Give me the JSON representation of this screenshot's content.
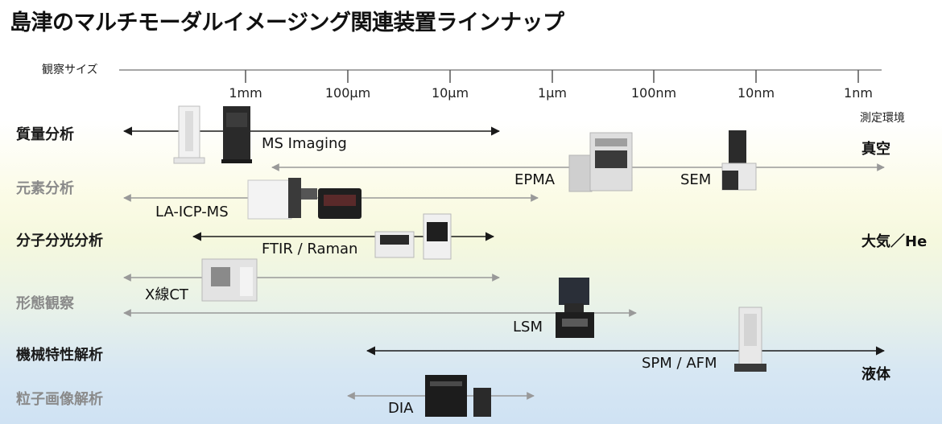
{
  "title": "島津のマルチモーダルイメージング関連装置ラインナップ",
  "scale": {
    "label": "観察サイズ",
    "ticks": [
      "1mm",
      "100μm",
      "10μm",
      "1μm",
      "100nm",
      "10nm",
      "1nm"
    ]
  },
  "environment": {
    "header": "測定環境",
    "vacuum": "真空",
    "atmosphere": "大気／He",
    "liquid": "液体"
  },
  "categories": {
    "mass": "質量分析",
    "element": "元素分析",
    "molecular": "分子分光分析",
    "morphology": "形態観察",
    "mechanical": "機械特性解析",
    "particle": "粒子画像解析"
  },
  "instruments": {
    "ms_imaging": "MS Imaging",
    "epma": "EPMA",
    "sem": "SEM",
    "la_icp_ms": "LA-ICP-MS",
    "ftir_raman": "FTIR / Raman",
    "xct": "X線CT",
    "lsm": "LSM",
    "spm_afm": "SPM / AFM",
    "dia": "DIA"
  },
  "colors": {
    "dark_arrow": "#1a1a1a",
    "light_arrow": "#999999",
    "dark_label": "#1a1a1a",
    "light_label": "#8a8a8a"
  }
}
